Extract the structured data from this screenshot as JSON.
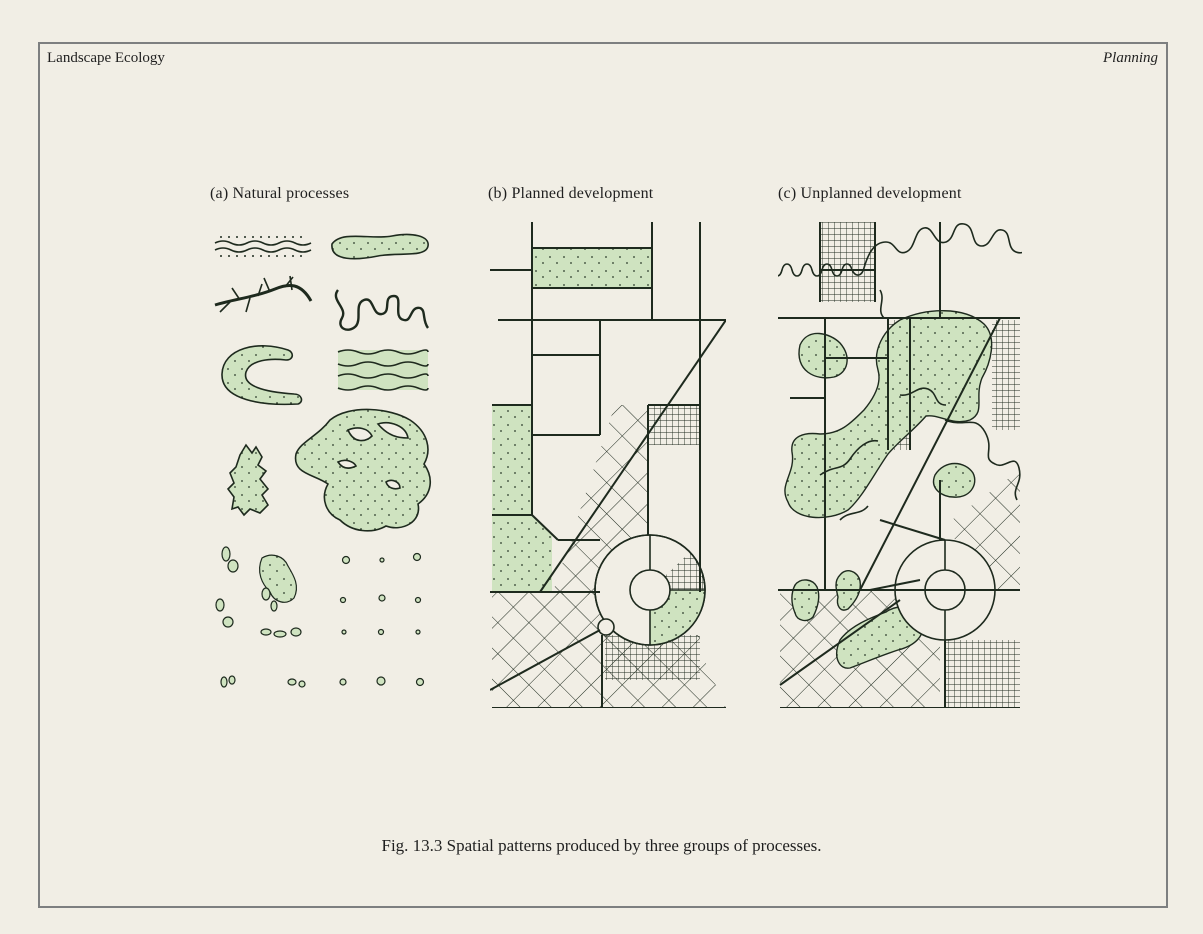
{
  "header": {
    "left": "Landscape Ecology",
    "right": "Planning"
  },
  "panels": [
    {
      "label": "(a) Natural processes"
    },
    {
      "label": "(b) Planned development"
    },
    {
      "label": "(c) Unplanned development"
    }
  ],
  "caption": "Fig. 13.3  Spatial patterns produced by three groups of processes.",
  "colors": {
    "background": "#f1eee5",
    "frame": "#7d7f80",
    "ink": "#1e2a1e",
    "green_fill": "#cfe3c0"
  }
}
